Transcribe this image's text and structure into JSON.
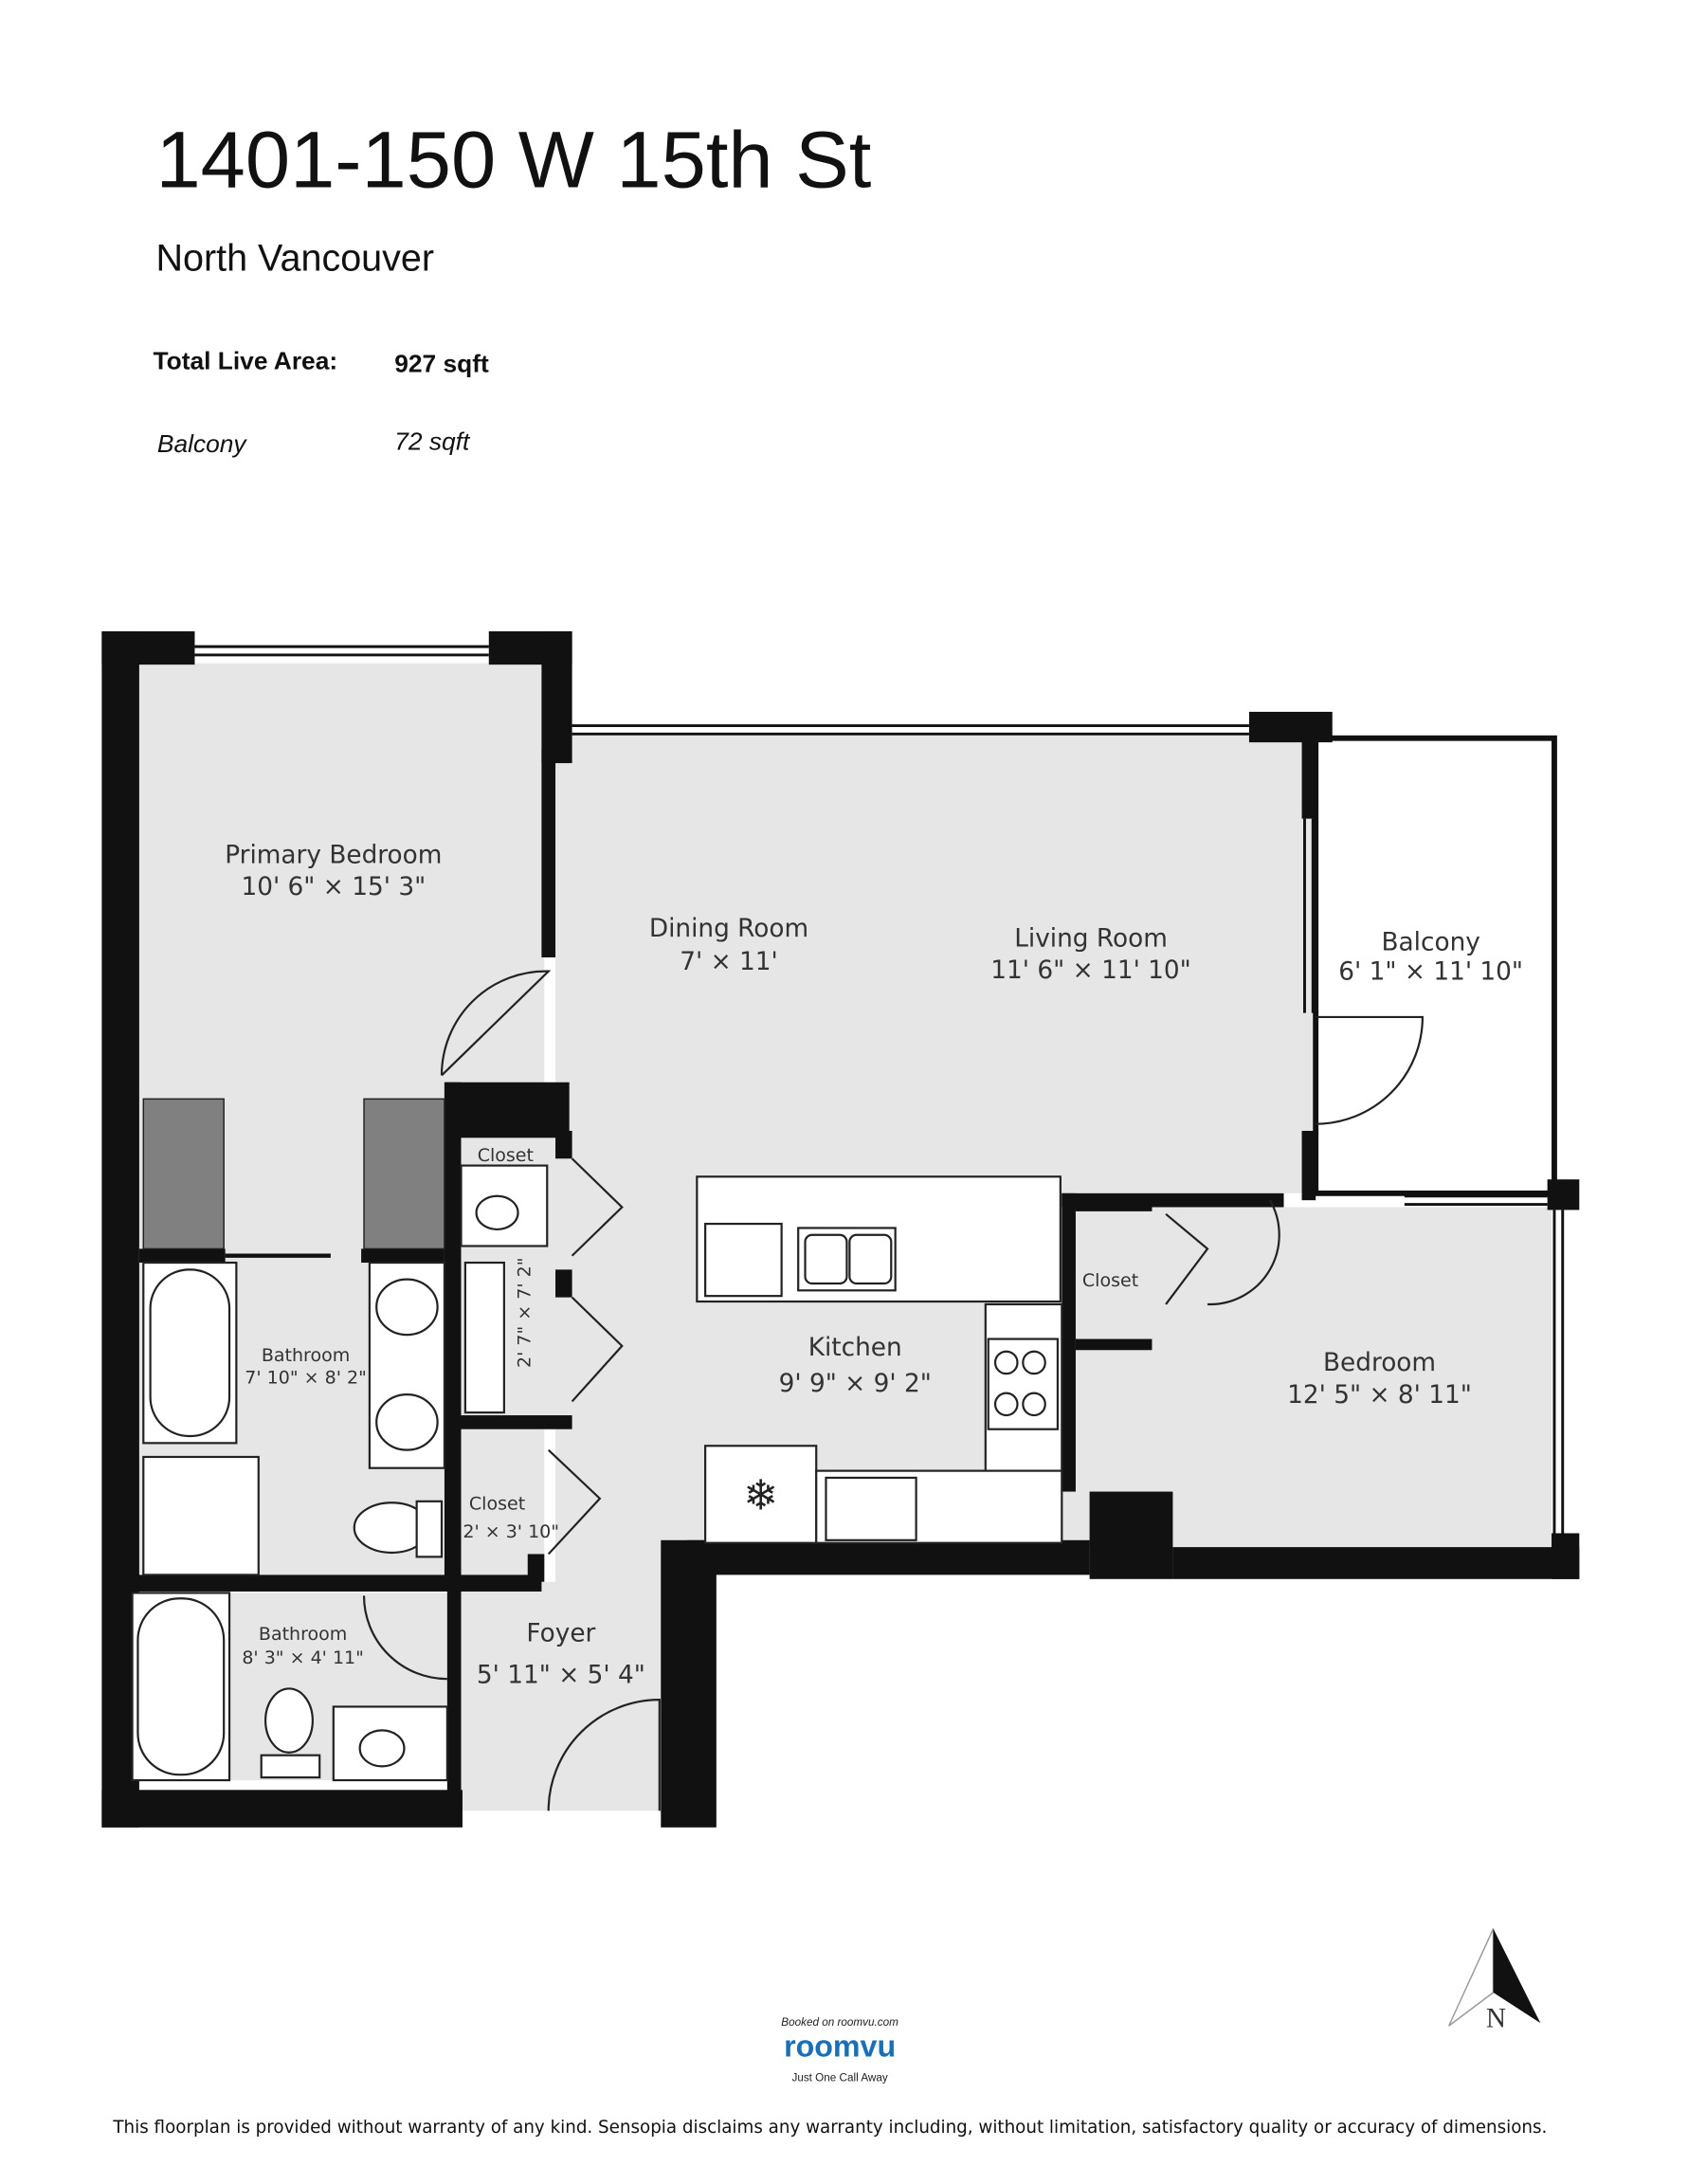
{
  "header": {
    "address": "1401-150 W 15th St",
    "city": "North Vancouver",
    "total_live_area_label": "Total Live Area:",
    "total_live_area_value": "927 sqft",
    "balcony_label": "Balcony",
    "balcony_value": "72 sqft"
  },
  "rooms": {
    "primary_bedroom": {
      "name": "Primary Bedroom",
      "dims": "10' 6\" × 15' 3\""
    },
    "dining_room": {
      "name": "Dining Room",
      "dims": "7' × 11'"
    },
    "living_room": {
      "name": "Living Room",
      "dims": "11' 6\" × 11' 10\""
    },
    "balcony": {
      "name": "Balcony",
      "dims": "6' 1\" × 11' 10\""
    },
    "closet_laundry": {
      "name": "Closet",
      "dims": "2' 7\" × 7' 2\""
    },
    "closet_bedroom": {
      "name": "Closet"
    },
    "bathroom_ensuite": {
      "name": "Bathroom",
      "dims": "7' 10\" × 8' 2\""
    },
    "kitchen": {
      "name": "Kitchen",
      "dims": "9' 9\" × 9' 2\""
    },
    "bedroom": {
      "name": "Bedroom",
      "dims": "12' 5\" × 8' 11\""
    },
    "closet_foyer": {
      "name": "Closet",
      "dims": "2' × 3' 10\""
    },
    "bathroom_main": {
      "name": "Bathroom",
      "dims": "8' 3\" × 4' 11\""
    },
    "foyer": {
      "name": "Foyer",
      "dims": "5' 11\" × 5' 4\""
    }
  },
  "compass": {
    "label": "N",
    "icon": "north-arrow-icon"
  },
  "branding": {
    "booked_on": "Booked on roomvu.com",
    "logo": "roomvu",
    "tagline": "Just One Call Away",
    "logo_color": "#1a6fb5"
  },
  "disclaimer": "This floorplan is provided without warranty of any kind. Sensopia disclaims any warranty including, without limitation, satisfactory quality or accuracy of dimensions."
}
